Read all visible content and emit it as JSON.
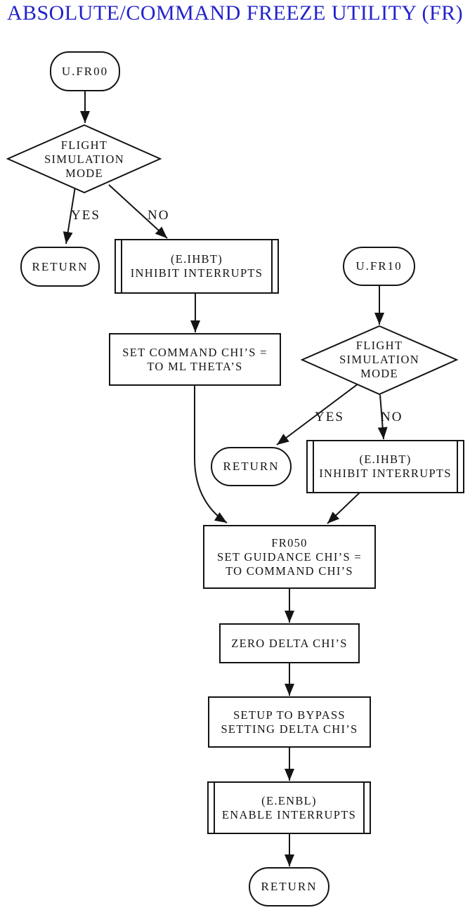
{
  "title": "ABSOLUTE/COMMAND FREEZE UTILITY (FR)",
  "colors": {
    "title_blue": "#2222cc",
    "line_black": "#141414"
  },
  "flowchart": {
    "left_branch": {
      "entry": "U.FR00",
      "decision": "FLIGHT\nSIMULATION\nMODE",
      "yes_label": "YES",
      "no_label": "NO",
      "yes_target": "RETURN",
      "inhibit": "(E.IHBT)\nINHIBIT INTERRUPTS",
      "set_command": "SET COMMAND CHI’S =\nTO ML THETA’S"
    },
    "right_branch": {
      "entry": "U.FR10",
      "decision": "FLIGHT\nSIMULATION\nMODE",
      "yes_label": "YES",
      "no_label": "NO",
      "yes_target": "RETURN",
      "inhibit": "(E.IHBT)\nINHIBIT INTERRUPTS"
    },
    "main": {
      "fr050": "FR050\nSET GUIDANCE CHI’S =\nTO COMMAND CHI’S",
      "zero_delta": "ZERO DELTA CHI’S",
      "setup_bypass": "SETUP TO BYPASS\nSETTING DELTA CHI’S",
      "enable": "(E.ENBL)\nENABLE INTERRUPTS",
      "return": "RETURN"
    }
  }
}
